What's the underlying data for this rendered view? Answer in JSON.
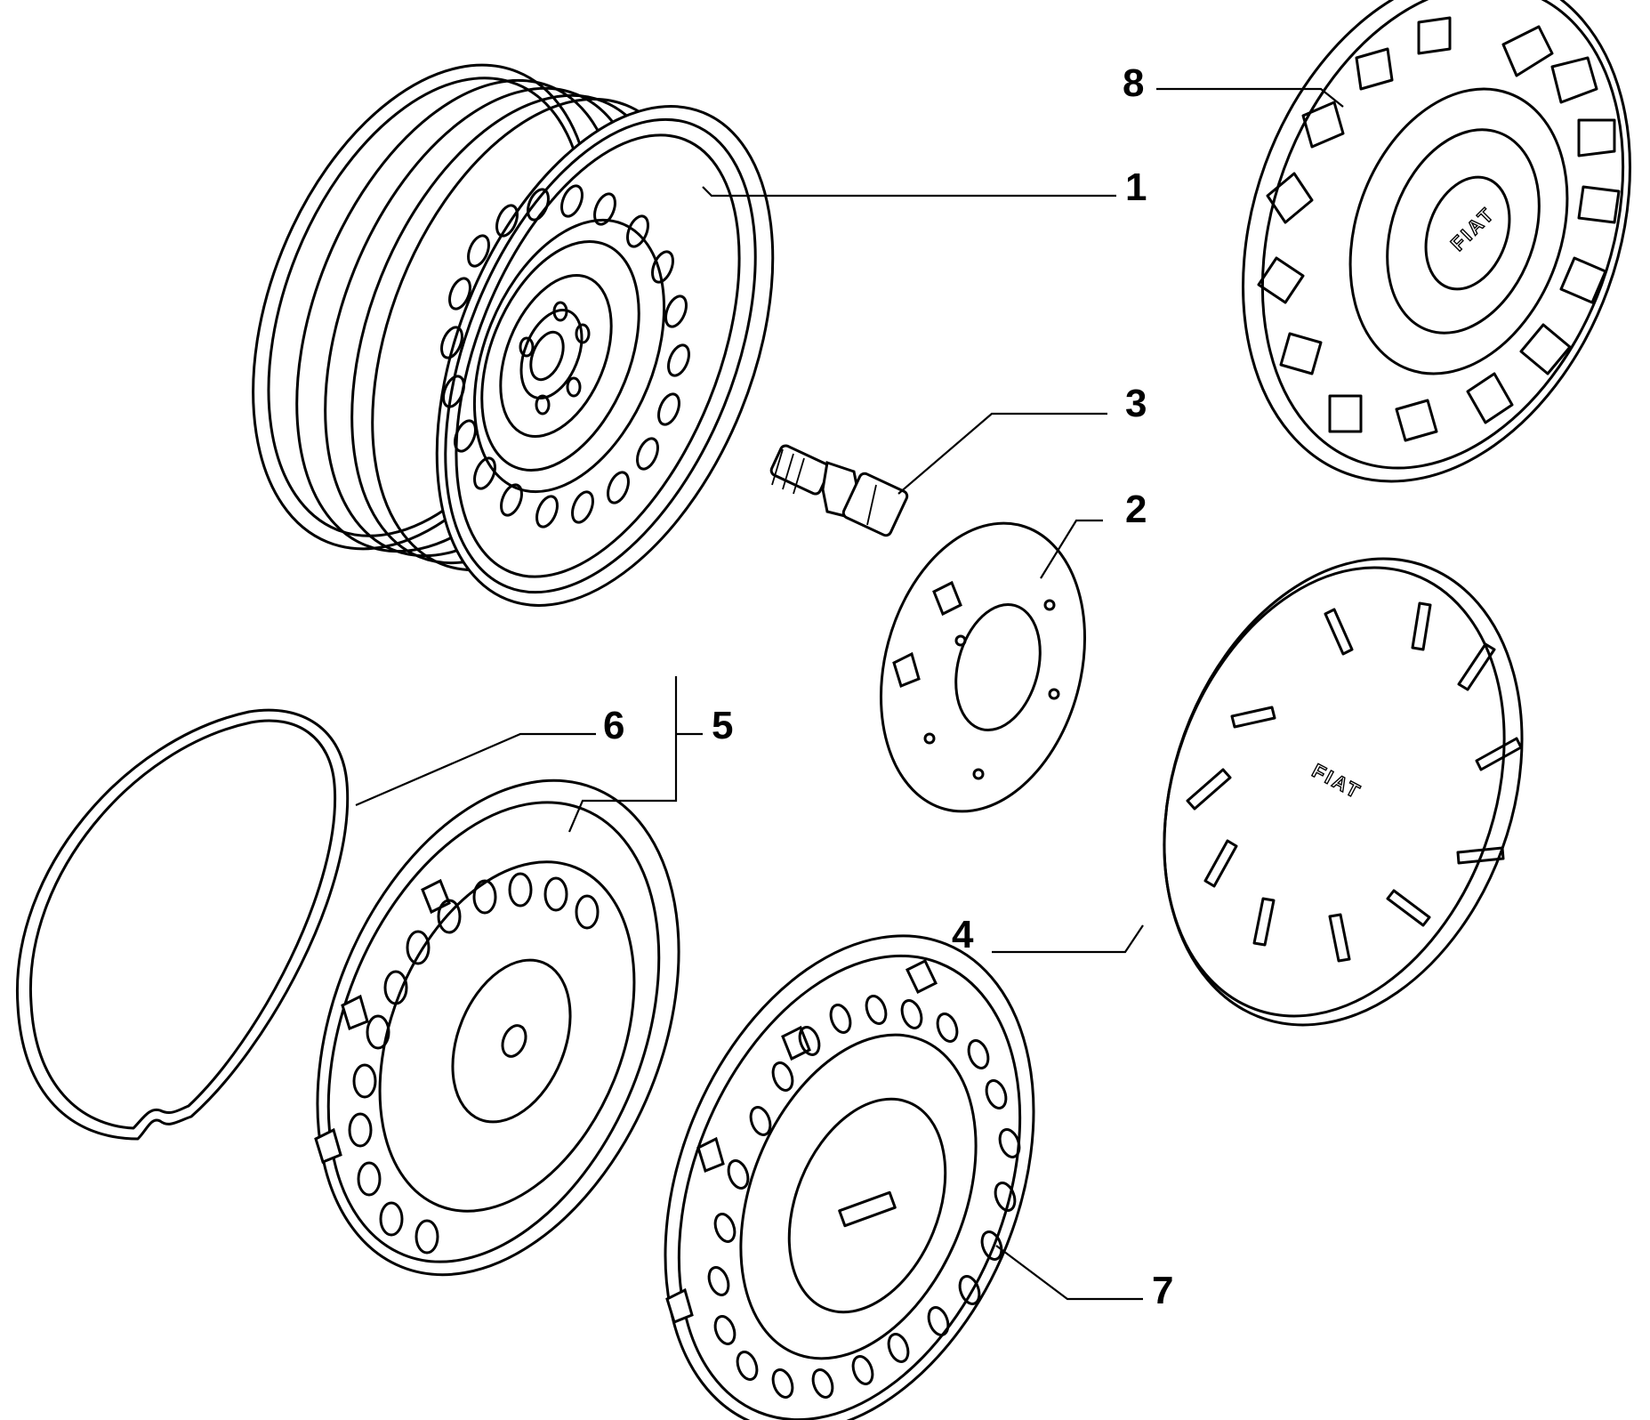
{
  "callouts": {
    "c1": "1",
    "c2": "2",
    "c3": "3",
    "c4": "4",
    "c5": "5",
    "c6": "6",
    "c7": "7",
    "c8": "8"
  },
  "logos": {
    "hubcap_8": "FIAT",
    "hubcap_4": "FIAT"
  }
}
